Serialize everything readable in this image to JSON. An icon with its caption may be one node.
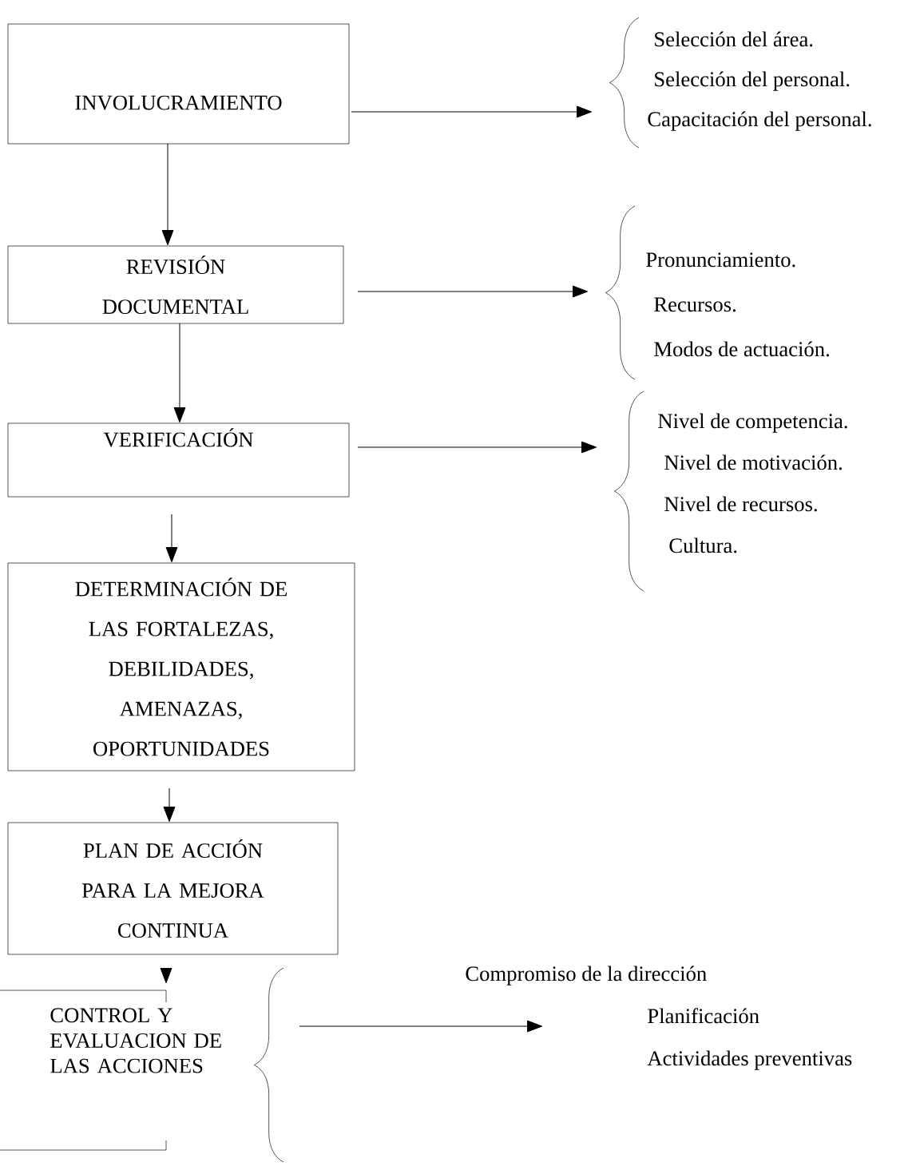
{
  "diagram": {
    "nodes": [
      {
        "text": [
          "INVOLUCRAMIENTO"
        ]
      },
      {
        "text": [
          "REVISIÓN DOCUMENTAL"
        ]
      },
      {
        "text": [
          "VERIFICACIÓN"
        ]
      },
      {
        "text": [
          "DETERMINACIÓN DE LAS FORTALEZAS, DEBILIDADES, AMENAZAS, OPORTUNIDADES"
        ]
      },
      {
        "text": [
          "PLAN DE ACCIÓN PARA LA MEJORA CONTINUA"
        ]
      },
      {
        "text": [
          "CONTROL Y EVALUACION DE LAS ACCIONES"
        ]
      },
      {
        "text": [
          "Selección del área.",
          "Selección del personal.",
          "Capacitación del personal."
        ]
      },
      {
        "text": [
          "Pronunciamiento.",
          "Recursos.",
          "Modos de actuación."
        ]
      },
      {
        "text": [
          "Nivel de competencia.",
          "Nivel de motivación.",
          "Nivel de recursos.",
          "Cultura."
        ]
      },
      {
        "text": [
          "Compromiso de la dirección",
          "Planificación",
          "Actividades preventivas"
        ]
      }
    ],
    "edges": [
      {
        "from": 0,
        "to": 1,
        "arrow": "to"
      },
      {
        "from": 1,
        "to": 2,
        "arrow": "to"
      },
      {
        "from": 2,
        "to": 3,
        "arrow": "to"
      },
      {
        "from": 3,
        "to": 4,
        "arrow": "to"
      },
      {
        "from": 4,
        "to": 5,
        "arrow": "to"
      },
      {
        "from": 0,
        "to": 6,
        "arrow": "to"
      },
      {
        "from": 1,
        "to": 7,
        "arrow": "to"
      },
      {
        "from": 2,
        "to": 8,
        "arrow": "to"
      },
      {
        "from": 5,
        "to": 9,
        "arrow": "to"
      }
    ]
  }
}
